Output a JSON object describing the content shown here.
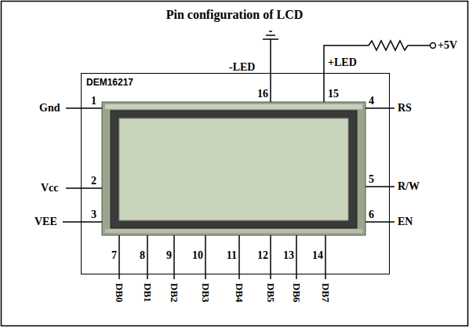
{
  "diagram": {
    "title": "Pin configuration of LCD",
    "nodes": [
      {
        "text": [
          "DEM16217"
        ]
      }
    ],
    "labels": [
      "-LED",
      "16",
      "+LED",
      "15",
      "+5V",
      "1",
      "Gnd",
      "2",
      "Vcc",
      "3",
      "VEE",
      "4",
      "RS",
      "5",
      "R/W",
      "6",
      "EN",
      "7",
      "DB0",
      "8",
      "DB1",
      "9",
      "DB2",
      "10",
      "DB3",
      "11",
      "DB4",
      "12",
      "DB5",
      "13",
      "DB6",
      "14",
      "DB7"
    ]
  }
}
